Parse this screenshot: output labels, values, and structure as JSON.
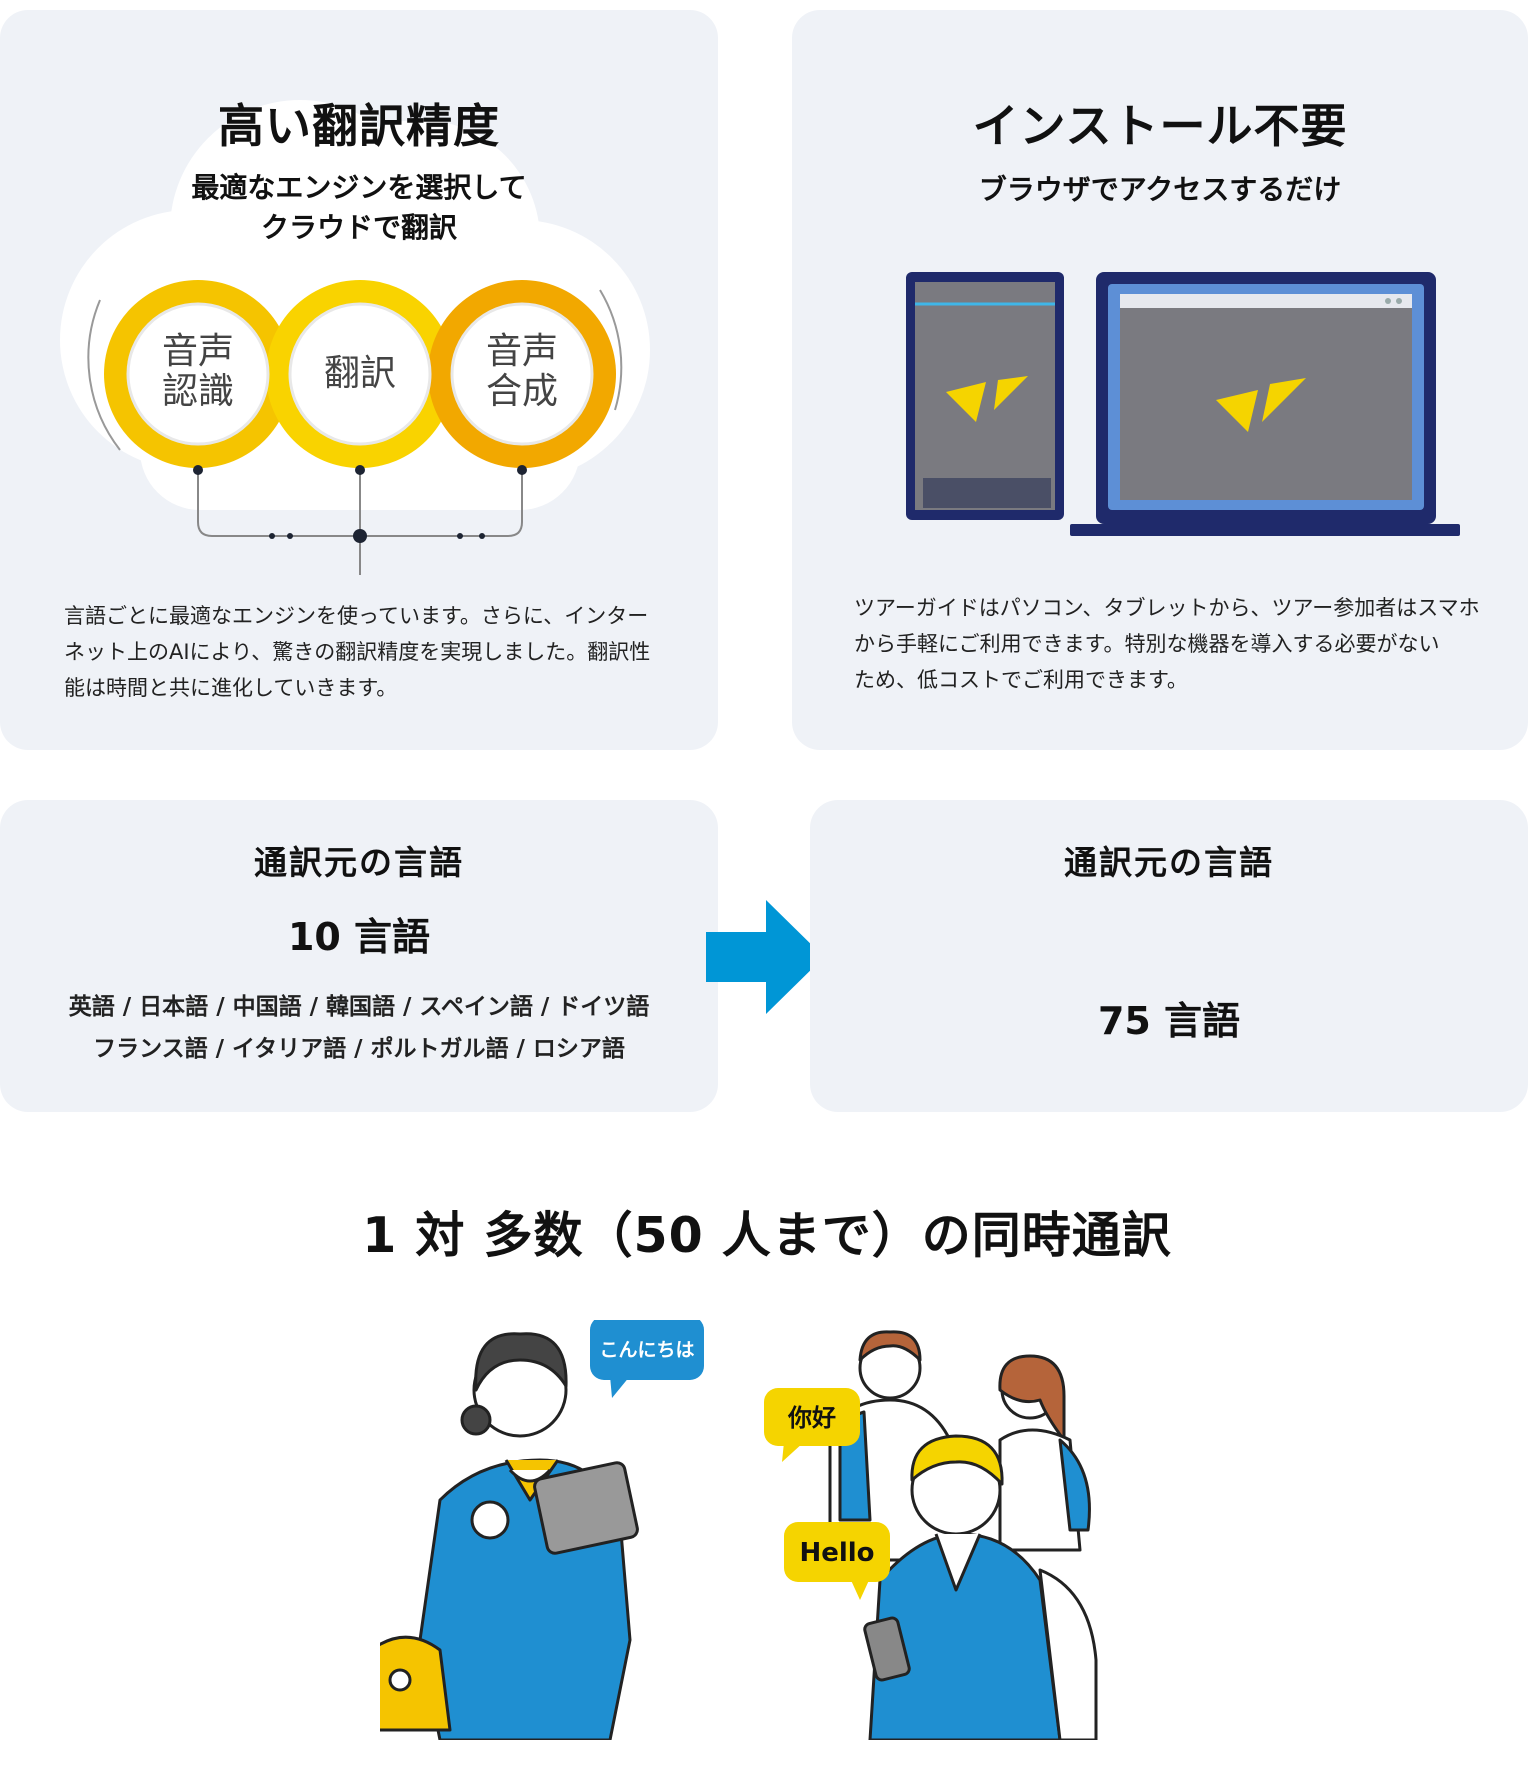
{
  "accuracy_card": {
    "title": "高い翻訳精度",
    "subtitle_line1": "最適なエンジンを選択して",
    "subtitle_line2": "クラウドで翻訳",
    "ring1_line1": "音声",
    "ring1_line2": "認識",
    "ring2": "翻訳",
    "ring3_line1": "音声",
    "ring3_line2": "合成",
    "body_line1": "言語ごとに最適なエンジンを使っています。さらに、インター",
    "body_line2": "ネット上のAIにより、驚きの翻訳精度を実現しました。翻訳性",
    "body_line3": "能は時間と共に進化していきます。"
  },
  "install_card": {
    "title": "インストール不要",
    "subtitle": "ブラウザでアクセスするだけ",
    "body_line1": "ツアーガイドはパソコン、タブレットから、ツアー参加者はスマホ",
    "body_line2": "から手軽にご利用できます。特別な機器を導入する必要がない",
    "body_line3": "ため、低コストでご利用できます。"
  },
  "source_card": {
    "title": "通訳元の言語",
    "count": "10 言語",
    "list_line1": "英語 / 日本語 / 中国語 / 韓国語 / スペイン語 / ドイツ語",
    "list_line2": "フランス語 / イタリア語 / ポルトガル語 / ロシア語"
  },
  "target_card": {
    "title": "通訳元の言語",
    "count": "75 言語"
  },
  "section": {
    "title": "1 対 多数（50 人まで）の同時通訳"
  },
  "illustration": {
    "bubble_guide": "こんにちは",
    "bubble_chinese": "你好",
    "bubble_english": "Hello"
  },
  "colors": {
    "card_bg": "#eff2f7",
    "accent_yellow": "#f5c400",
    "accent_blue": "#0096d6",
    "highlight_blue": "#7fd0f3",
    "device_navy": "#1f2a6b"
  }
}
